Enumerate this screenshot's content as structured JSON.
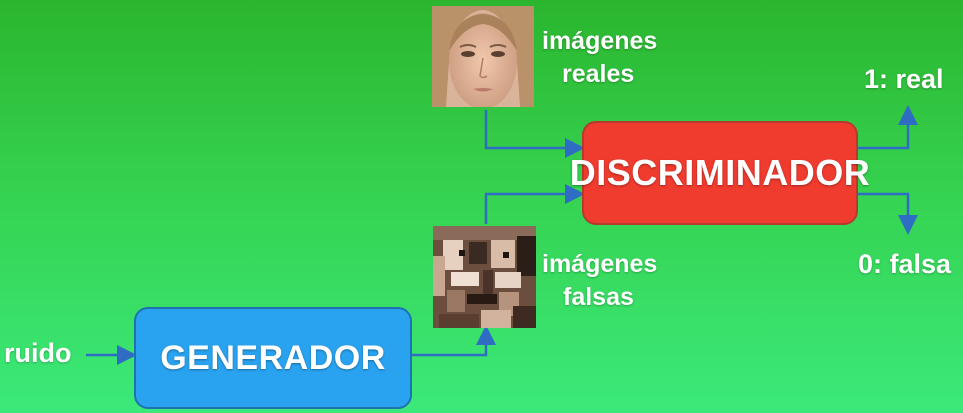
{
  "input_label": "ruido",
  "generator": {
    "label": "GENERADOR",
    "color": "#29a3f0"
  },
  "discriminator": {
    "label": "DISCRIMINADOR",
    "color": "#f03b2f"
  },
  "real_images": {
    "line1": "imágenes",
    "line2": "reales"
  },
  "fake_images": {
    "line1": "imágenes",
    "line2": "falsas"
  },
  "output_real": "1: real",
  "output_fake": "0: falsa",
  "arrow_color": "#2f6cc4"
}
